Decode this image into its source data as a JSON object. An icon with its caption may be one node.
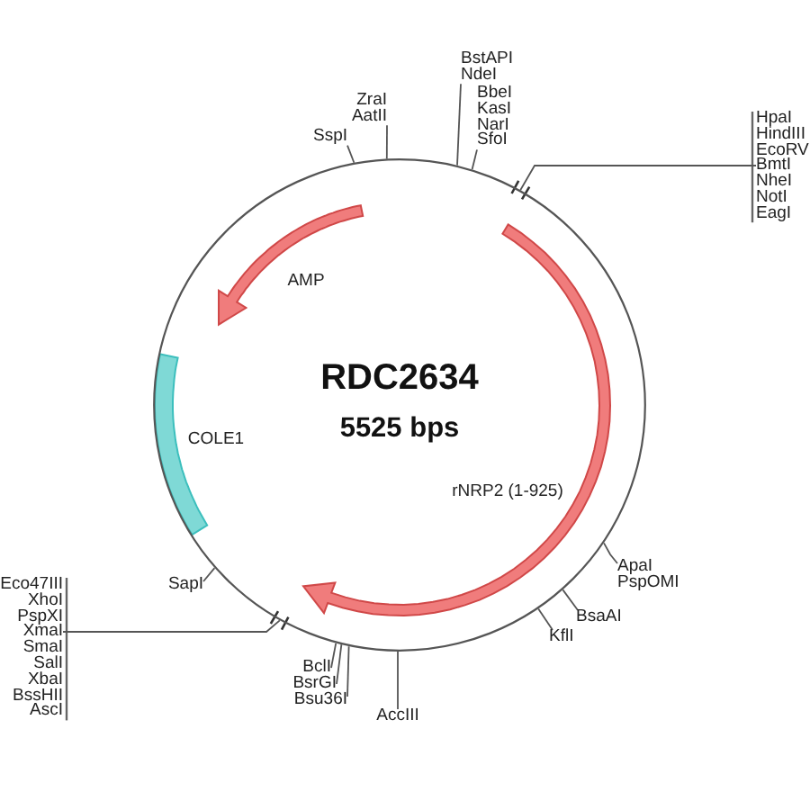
{
  "diagram": {
    "nodes": [
      {
        "text": [
          "RDC2634",
          "5525 bps"
        ]
      },
      {
        "text": [
          "SspI"
        ]
      },
      {
        "text": [
          "ZraI",
          "AatII"
        ]
      },
      {
        "text": [
          "BstAPI",
          "NdeI"
        ]
      },
      {
        "text": [
          "BbeI",
          "KasI",
          "NarI",
          "SfoI"
        ]
      },
      {
        "text": [
          "HpaI",
          "HindIII",
          "EcoRV",
          "BmtI",
          "NheI",
          "NotI",
          "EagI"
        ]
      },
      {
        "text": [
          "ApaI",
          "PspOMI"
        ]
      },
      {
        "text": [
          "BsaAI"
        ]
      },
      {
        "text": [
          "KflI"
        ]
      },
      {
        "text": [
          "AccIII"
        ]
      },
      {
        "text": [
          "BclI"
        ]
      },
      {
        "text": [
          "BsrGI"
        ]
      },
      {
        "text": [
          "Bsu36I"
        ]
      },
      {
        "text": [
          "SapI"
        ]
      },
      {
        "text": [
          "Eco47III",
          "XhoI",
          "PspXI",
          "XmaI",
          "SmaI",
          "SalI",
          "XbaI",
          "BssHII",
          "AscI"
        ]
      }
    ],
    "edges": [
      {
        "from": 1,
        "to": 0,
        "arrow": "none"
      },
      {
        "from": 2,
        "to": 0,
        "arrow": "none"
      },
      {
        "from": 3,
        "to": 0,
        "arrow": "none"
      },
      {
        "from": 4,
        "to": 0,
        "arrow": "none"
      },
      {
        "from": 5,
        "to": 0,
        "arrow": "none"
      },
      {
        "from": 6,
        "to": 0,
        "arrow": "none"
      },
      {
        "from": 7,
        "to": 0,
        "arrow": "none"
      },
      {
        "from": 8,
        "to": 0,
        "arrow": "none"
      },
      {
        "from": 9,
        "to": 0,
        "arrow": "none"
      },
      {
        "from": 10,
        "to": 0,
        "arrow": "none"
      },
      {
        "from": 11,
        "to": 0,
        "arrow": "none"
      },
      {
        "from": 12,
        "to": 0,
        "arrow": "none"
      },
      {
        "from": 13,
        "to": 0,
        "arrow": "none"
      },
      {
        "from": 14,
        "to": 0,
        "arrow": "none"
      }
    ],
    "labels": [
      "AMP",
      "COLE1",
      "rNRP2 (1-925)"
    ]
  }
}
